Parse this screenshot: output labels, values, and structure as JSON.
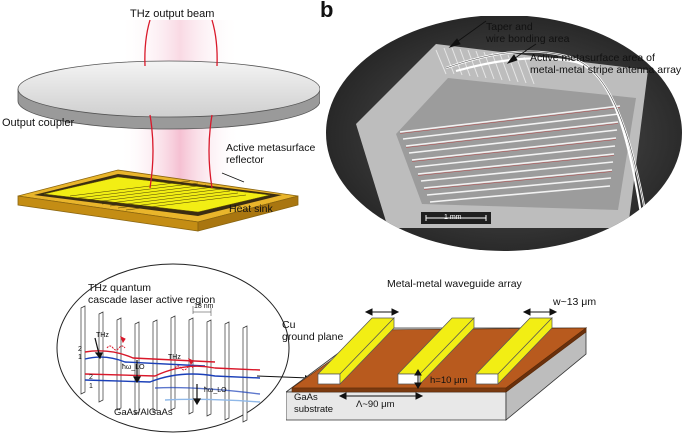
{
  "panel_a": {
    "beam_label": "THz output beam",
    "coupler_label": "Output coupler",
    "metasurface_label": "Active metasurface\nreflector",
    "heatsink_label": "Heat sink"
  },
  "panel_b": {
    "panel_letter": "b",
    "taper_label": "Taper and\nwire bonding area",
    "active_area_label": "Active metasurface area of\nmetal-metal stripe antenna array",
    "scale_bar_label": "1 mm"
  },
  "panel_c": {
    "qcl_title": "THz quantum\ncascade laser active region",
    "material_label": "GaAs/AlGaAs",
    "period_label": "18 nm",
    "level_1": "1",
    "level_2": "2",
    "level_1b": "1",
    "level_2b": "2",
    "thz_label_1": "THz",
    "thz_label_2": "THz",
    "lo_label_1": "ħω_LO",
    "lo_label_2": "ħω_LO"
  },
  "panel_d": {
    "array_title": "Metal-metal waveguide array",
    "width_label": "w~13 μm",
    "ground_label": "Cu\nground plane",
    "height_label": "h=10 μm",
    "substrate_label": "GaAs\nsubstrate",
    "period_label": "Λ~90 μm"
  },
  "colors": {
    "beam_red": "#d9182a",
    "beam_pink": "#f6c6d6",
    "gold": "#e6b422",
    "yellow": "#f2ee14",
    "copper": "#b85a1e",
    "band_blue": "#1a3fb8",
    "band_red": "#d9182a"
  }
}
